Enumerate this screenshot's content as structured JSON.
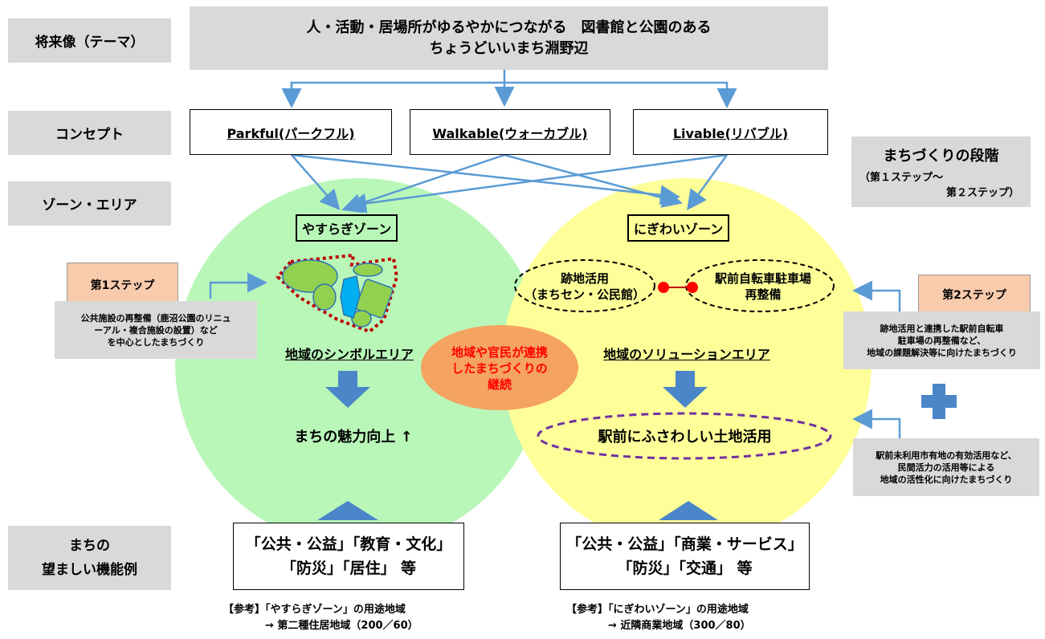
{
  "labels": {
    "vision": "将来像（テーマ）",
    "concept": "コンセプト",
    "zone": "ゾーン・エリア",
    "function_line1": "まちの",
    "function_line2": "望ましい機能例"
  },
  "theme": {
    "line1": "人・活動・居場所がゆるやかにつながる　図書館と公園のある",
    "line2": "ちょうどいいまち淵野辺"
  },
  "concepts": [
    "Parkful(パークフル)",
    "Walkable(ウォーカブル)",
    "Livable(リバブル)"
  ],
  "stage": {
    "title": "まちづくりの段階",
    "sub1": "（第１ステップ～",
    "sub2": "第２ステップ）"
  },
  "zones": {
    "left": {
      "name": "やすらぎゾーン",
      "area": "地域のシンボルエリア",
      "result": "まちの魅力向上 ↑"
    },
    "right": {
      "name": "にぎわいゾーン",
      "site_line1": "跡地活用",
      "site_line2": "（まちセン・公民館）",
      "parking_line1": "駅前自転車駐車場",
      "parking_line2": "再整備",
      "area": "地域のソリューションエリア",
      "result": "駅前にふさわしい土地活用"
    },
    "overlap_line1": "地域や官民が連携",
    "overlap_line2": "したまちづくりの",
    "overlap_line3": "継続"
  },
  "step1": {
    "title": "第1ステップ",
    "note_line1": "公共施設の再整備（鹿沼公園のリニュ",
    "note_line2": "ーアル・複合施設の設置）など",
    "note_line3": "を中心としたまちづくり"
  },
  "step2": {
    "title": "第2ステップ",
    "note_line1": "跡地活用と連携した駅前自転車",
    "note_line2": "駐車場の再整備など、",
    "note_line3": "地域の課題解決等に向けたまちづくり",
    "note2_line1": "駅前未利用市有地の有効活用など、",
    "note2_line2": "民間活力の活用等による",
    "note2_line3": "地域の活性化に向けたまちづくり"
  },
  "functions": {
    "left_line1": "「公共・公益」「教育・文化」",
    "left_line2": "「防災」「居住」 等",
    "right_line1": "「公共・公益」「商業・サービス」",
    "right_line2": "「防災」「交通」 等"
  },
  "references": {
    "left": "【参考】「やすらぎゾーン」の用途地域\n　　　　→ 第二種住居地域（200／60）",
    "right": "【参考】「にぎわいゾーン」の用途地域\n　　　　→ 近隣商業地域（300／80）"
  },
  "colors": {
    "left_circle": "#b9f7b9",
    "right_circle": "#ffff99",
    "overlap": "#f4a460",
    "arrow_blue": "#5b9bd5",
    "dash_purple": "#7030a0",
    "dash_red": "#c00000"
  }
}
